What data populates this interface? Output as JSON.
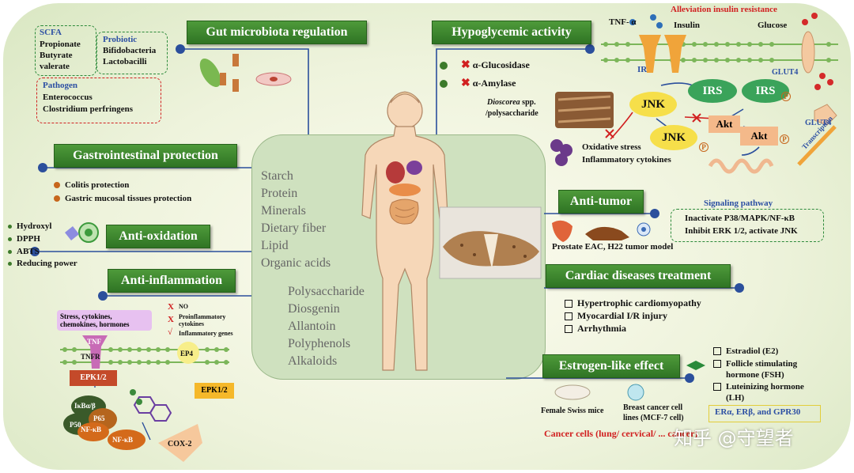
{
  "headers": {
    "gut": "Gut microbiota regulation",
    "hypo": "Hypoglycemic activity",
    "gastro": "Gastrointestinal protection",
    "antiox": "Anti-oxidation",
    "antiinfl": "Anti-inflammation",
    "antitumor": "Anti-tumor",
    "cardiac": "Cardiac diseases treatment",
    "estrogen": "Estrogen-like effect"
  },
  "gut": {
    "scfa_title": "SCFA",
    "scfa_items": [
      "Propionate",
      "Butyrate",
      "valerate"
    ],
    "probiotic_title": "Probiotic",
    "probiotic_items": [
      "Bifidobacteria",
      "Lactobacilli"
    ],
    "pathogen_title": "Pathogen",
    "pathogen_items": [
      "Enterococcus",
      "Clostridium perfringens"
    ]
  },
  "hypo": {
    "enzyme1": "α-Glucosidase",
    "enzyme2": "α-Amylase",
    "source": "Dioscorea",
    "source_suffix": " spp.",
    "source_line2": "/polysaccharide",
    "alleviation": "Alleviation insulin resistance",
    "tnf": "TNF- α",
    "insulin": "Insulin",
    "glucose": "Glucose",
    "ir": "IR",
    "glut4_top": "GLUT4",
    "glut4_side": "GLUT4",
    "irs1": "IRS",
    "irs2": "IRS",
    "jnk1": "JNK",
    "jnk2": "JNK",
    "akt1": "Akt",
    "akt2": "Akt",
    "p": "P",
    "stress1": "Oxidative stress",
    "stress2": "Inflammatory cytokines",
    "transcription": "Transcription"
  },
  "gastro": {
    "items": [
      "Colitis protection",
      "Gastric mucosal tissues protection"
    ]
  },
  "antiox": {
    "items": [
      "Hydroxyl",
      "DPPH",
      "ABTS",
      "Reducing power"
    ]
  },
  "antiinfl": {
    "stress_box": "Stress, cytokines, chemokines, hormones",
    "x_items": [
      "NO",
      "Proinflammatory cytokines"
    ],
    "check_item": "Inflammatory genes",
    "x_mark": "X",
    "check_mark": "√",
    "tnf": "TNF",
    "tnfr": "TNFR",
    "ep4": "EP4",
    "epk_left": "EPK1/2",
    "epk_right": "EPK1/2",
    "ikba": "IκBα/β",
    "p65": "P65",
    "p50": "P50",
    "nfkb1": "NF-κB",
    "nfkb2": "NF-κB",
    "cox2": "COX-2"
  },
  "center": {
    "compounds_top": [
      "Starch",
      "Protein",
      "Minerals",
      "Dietary fiber",
      "Lipid",
      "Organic acids"
    ],
    "compounds_bottom": [
      "Polysaccharide",
      "Diosgenin",
      "Allantoin",
      "Polyphenols",
      "Alkaloids"
    ]
  },
  "antitumor": {
    "model": "Prostate EAC, H22 tumor model",
    "signal_title": "Signaling pathway",
    "signal_lines": [
      "Inactivate P38/MAPK/NF-κB",
      "Inhibit ERK 1/2, activate JNK"
    ]
  },
  "cardiac": {
    "items": [
      "Hypertrophic cardiomyopathy",
      "Myocardial I/R injury",
      "Arrhythmia"
    ]
  },
  "estrogen": {
    "items": [
      "Estradiol (E2)",
      "Follicle stimulating",
      "hormone (FSH)",
      "Luteinizing hormone",
      "(LH)"
    ],
    "receptors": "ERα, ERβ, and GPR30",
    "mice": "Female Swiss mice",
    "cells_line1": "Breast cancer cell",
    "cells_line2": "lines (MCF-7 cell)",
    "cancer": "Cancer cells (lung/ cervical/ ... cancer)"
  },
  "watermark": "知乎 @守望者",
  "colors": {
    "header_green": "#3a8a2e",
    "connector_blue": "#2b4f9c",
    "irs_green": "#3aa35a",
    "jnk_yellow": "#f6df4a",
    "akt_peach": "#f4b98a",
    "red": "#d12020"
  }
}
